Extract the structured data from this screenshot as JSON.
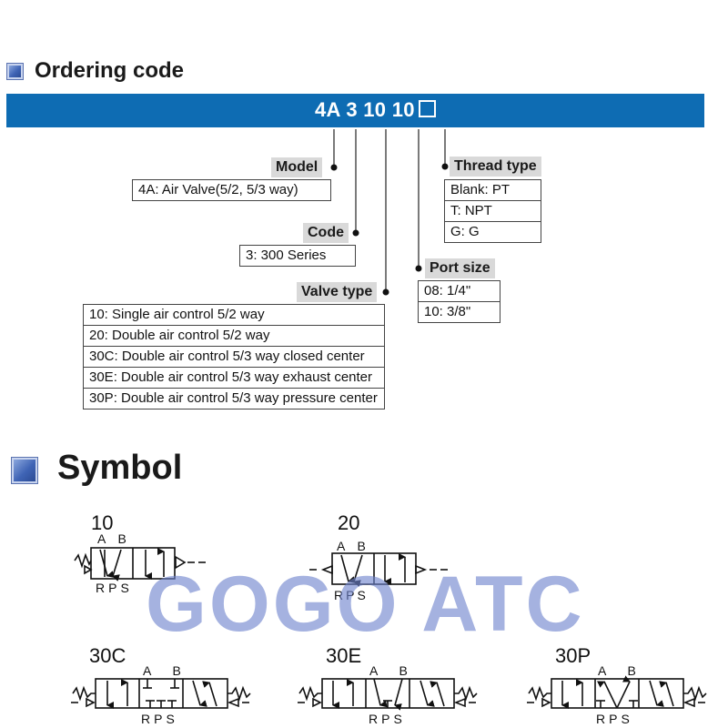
{
  "ordering": {
    "title": "Ordering code",
    "code": "4A 3 10 10"
  },
  "model": {
    "label": "Model",
    "items": [
      "4A: Air Valve(5/2, 5/3 way)"
    ]
  },
  "code_section": {
    "label": "Code",
    "items": [
      "3: 300 Series"
    ]
  },
  "valve_type": {
    "label": "Valve type",
    "items": [
      "10: Single air control 5/2 way",
      "20: Double air control 5/2 way",
      "30C: Double air control 5/3 way closed center",
      "30E: Double air control 5/3 way exhaust center",
      "30P: Double air control 5/3 way pressure center"
    ]
  },
  "thread_type": {
    "label": "Thread type",
    "items": [
      "Blank: PT",
      "T: NPT",
      "G: G"
    ]
  },
  "port_size": {
    "label": "Port size",
    "items": [
      "08: 1/4\"",
      "10: 3/8\""
    ]
  },
  "symbol": {
    "title": "Symbol",
    "symbols": [
      {
        "code": "10",
        "ports_top": "A B",
        "ports_bottom": "RPS"
      },
      {
        "code": "20",
        "ports_top": "A B",
        "ports_bottom": "RPS"
      },
      {
        "code": "30C",
        "ports_top": "A B",
        "ports_bottom": "RPS"
      },
      {
        "code": "30E",
        "ports_top": "A B",
        "ports_bottom": "RPS"
      },
      {
        "code": "30P",
        "ports_top": "A B",
        "ports_bottom": "RPS"
      }
    ]
  },
  "watermark": "GOGO ATC",
  "colors": {
    "header_bar": "#0e6cb3",
    "label_bg": "#d9d9d9",
    "watermark": "#6e82cd",
    "icon": "#3f64b5"
  }
}
